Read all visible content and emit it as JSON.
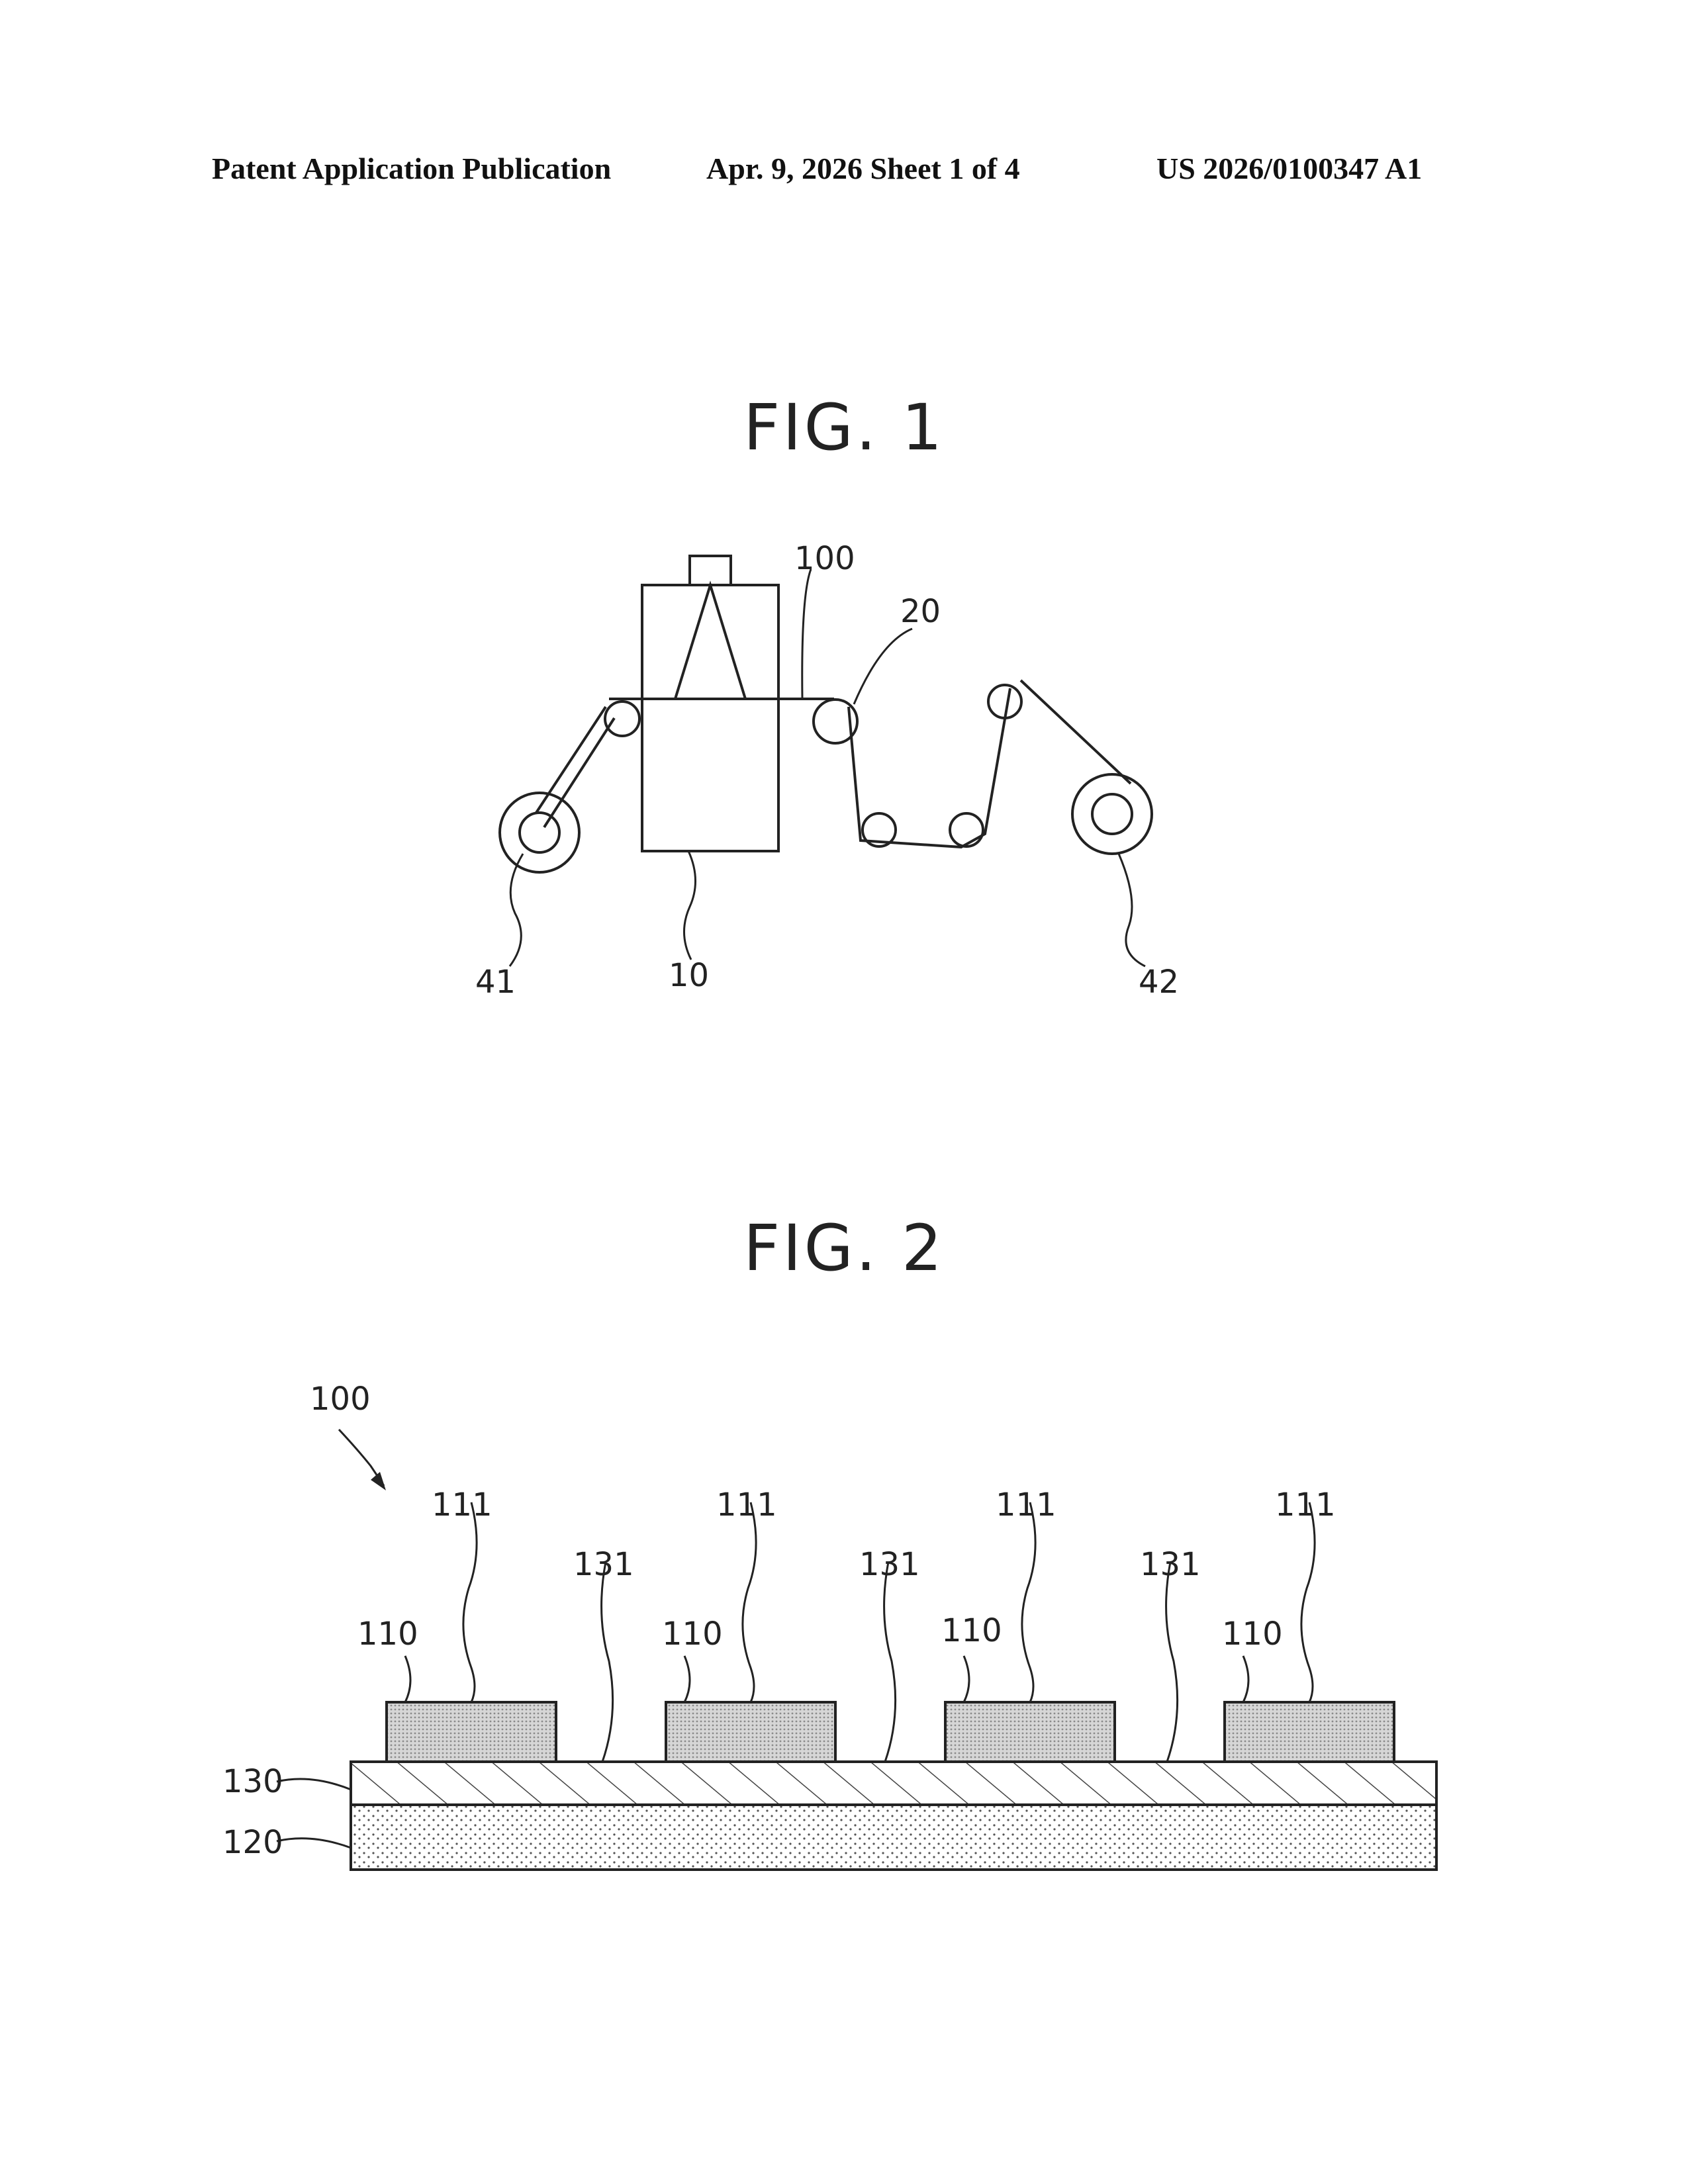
{
  "header": {
    "left": "Patent Application Publication",
    "center": "Apr. 9, 2026   Sheet 1 of 4",
    "right": "US 2026/0100347 A1"
  },
  "fig1": {
    "title": "FIG. 1",
    "labels": {
      "film": "100",
      "roller": "20",
      "unwind": "41",
      "unit": "10",
      "rewind": "42"
    }
  },
  "fig2": {
    "title": "FIG. 2",
    "labels": {
      "assembly": "100",
      "pattern": "111",
      "surface": "131",
      "block": "110",
      "middle_layer": "130",
      "base_layer": "120"
    }
  }
}
